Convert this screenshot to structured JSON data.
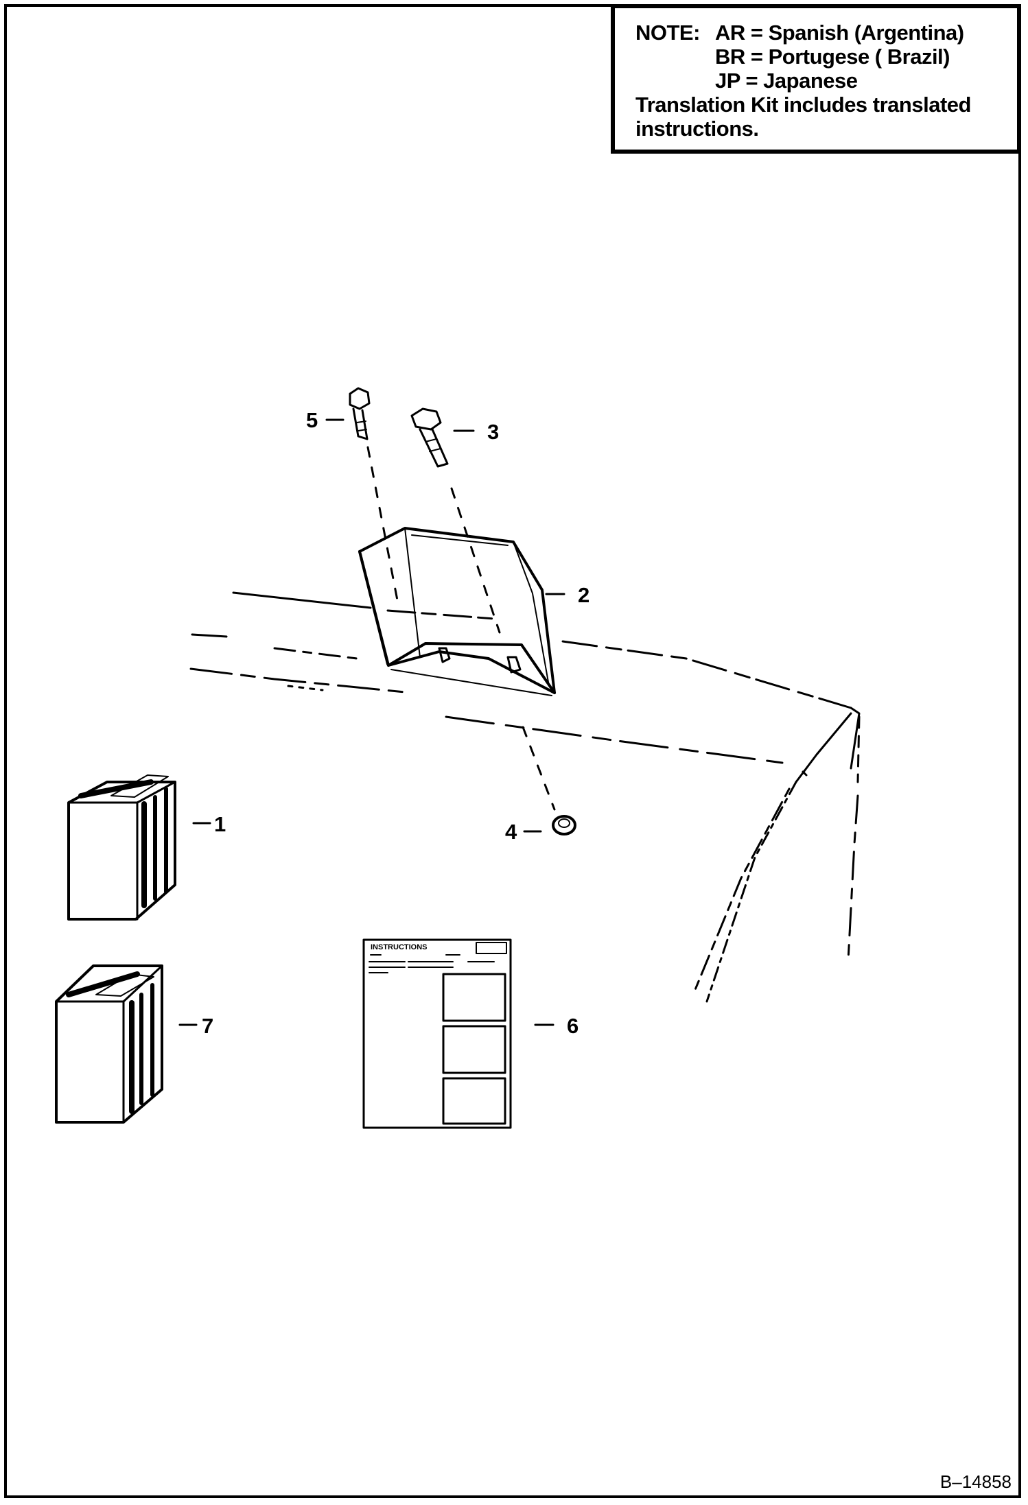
{
  "note": {
    "lines": [
      {
        "head": "NOTE:",
        "text": "AR = Spanish (Argentina)"
      },
      {
        "text": "BR = Portugese ( Brazil)"
      },
      {
        "text": "JP = Japanese"
      },
      {
        "text": "Translation Kit includes translated"
      },
      {
        "text": "instructions."
      }
    ]
  },
  "callouts": {
    "c1": "1",
    "c2": "2",
    "c3": "3",
    "c4": "4",
    "c5": "5",
    "c6": "6",
    "c7": "7"
  },
  "sheet": {
    "title": "INSTRUCTIONS"
  },
  "figure_id": "B–14858",
  "colors": {
    "ink": "#000000",
    "paper": "#ffffff"
  }
}
